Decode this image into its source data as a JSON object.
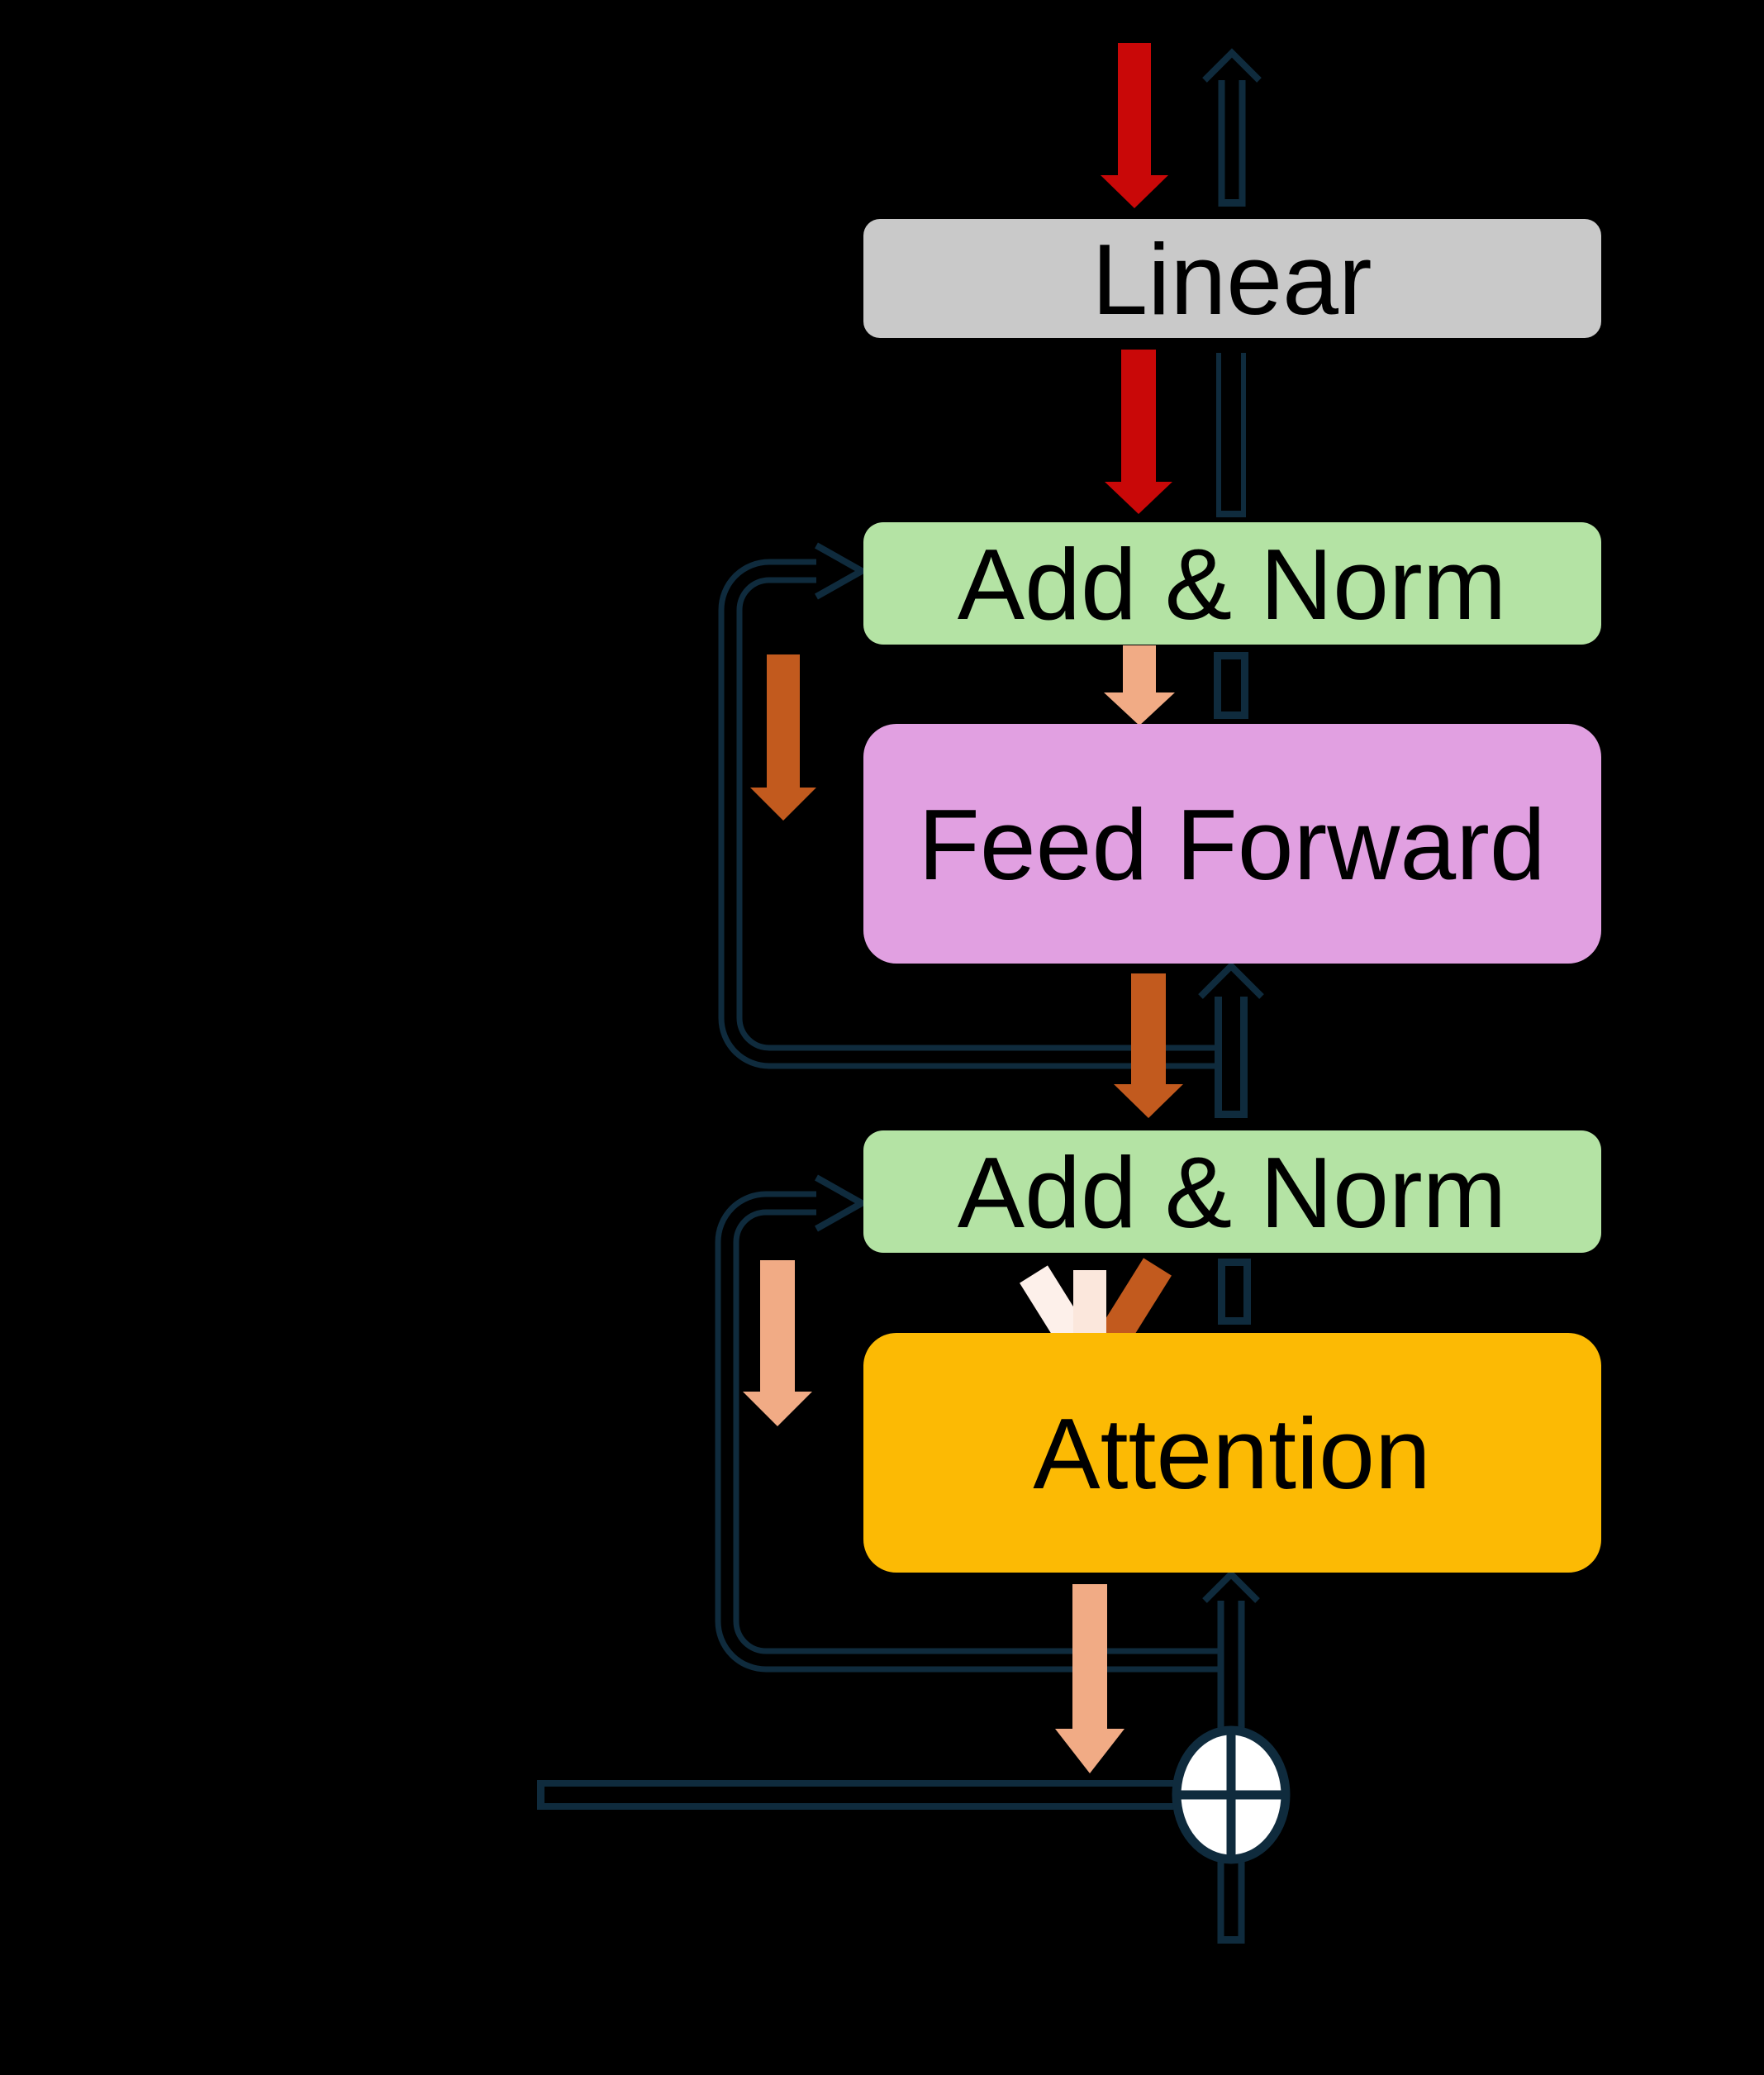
{
  "nodes": [
    {
      "id": "linear",
      "label": "Linear",
      "fill": "#c9c9c9"
    },
    {
      "id": "add-norm-top",
      "label": "Add & Norm",
      "fill": "#b4e3a4"
    },
    {
      "id": "feed-forward",
      "label": "Feed Forward",
      "fill": "#e1a0e1"
    },
    {
      "id": "add-norm-bottom",
      "label": "Add & Norm",
      "fill": "#b4e3a4"
    },
    {
      "id": "attention",
      "label": "Attention",
      "fill": "#fcba04"
    }
  ],
  "colors": {
    "background": "#000000",
    "outline_navy": "#0f2b3d",
    "red_arrow": "#c90808",
    "orange_arrow": "#c25a1e",
    "peach_arrow": "#f1ab85",
    "pale_pink_arrow": "#fdf0ea",
    "light_pink_arrow": "#fbe7dc",
    "sum_circle_fill": "#ffffff",
    "label_text": "#000000"
  },
  "operators": [
    {
      "id": "sum",
      "symbol": "plus-circle"
    }
  ]
}
